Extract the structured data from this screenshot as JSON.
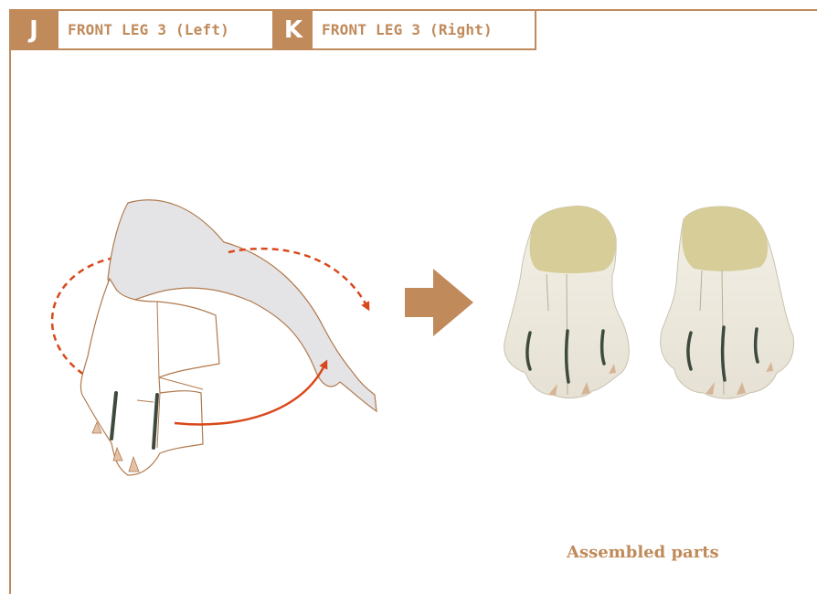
{
  "labels": {
    "part_j_letter": "J",
    "part_j_title": "FRONT LEG 3 (Left)",
    "part_k_letter": "K",
    "part_k_title": "FRONT LEG 3 (Right)",
    "caption": "Assembled parts"
  },
  "colors": {
    "accent": "#c08a5a",
    "arrow_red": "#d9481a",
    "outline": "#b07a4e",
    "paper_grey": "#e4e4e6",
    "claw": "#e3c2a8",
    "pad_line": "#3e4a3e",
    "photo_base": "#eeeade",
    "photo_top": "#d6cd98"
  },
  "icons": [
    "direction-arrow-icon",
    "fold-arrow-icon"
  ]
}
